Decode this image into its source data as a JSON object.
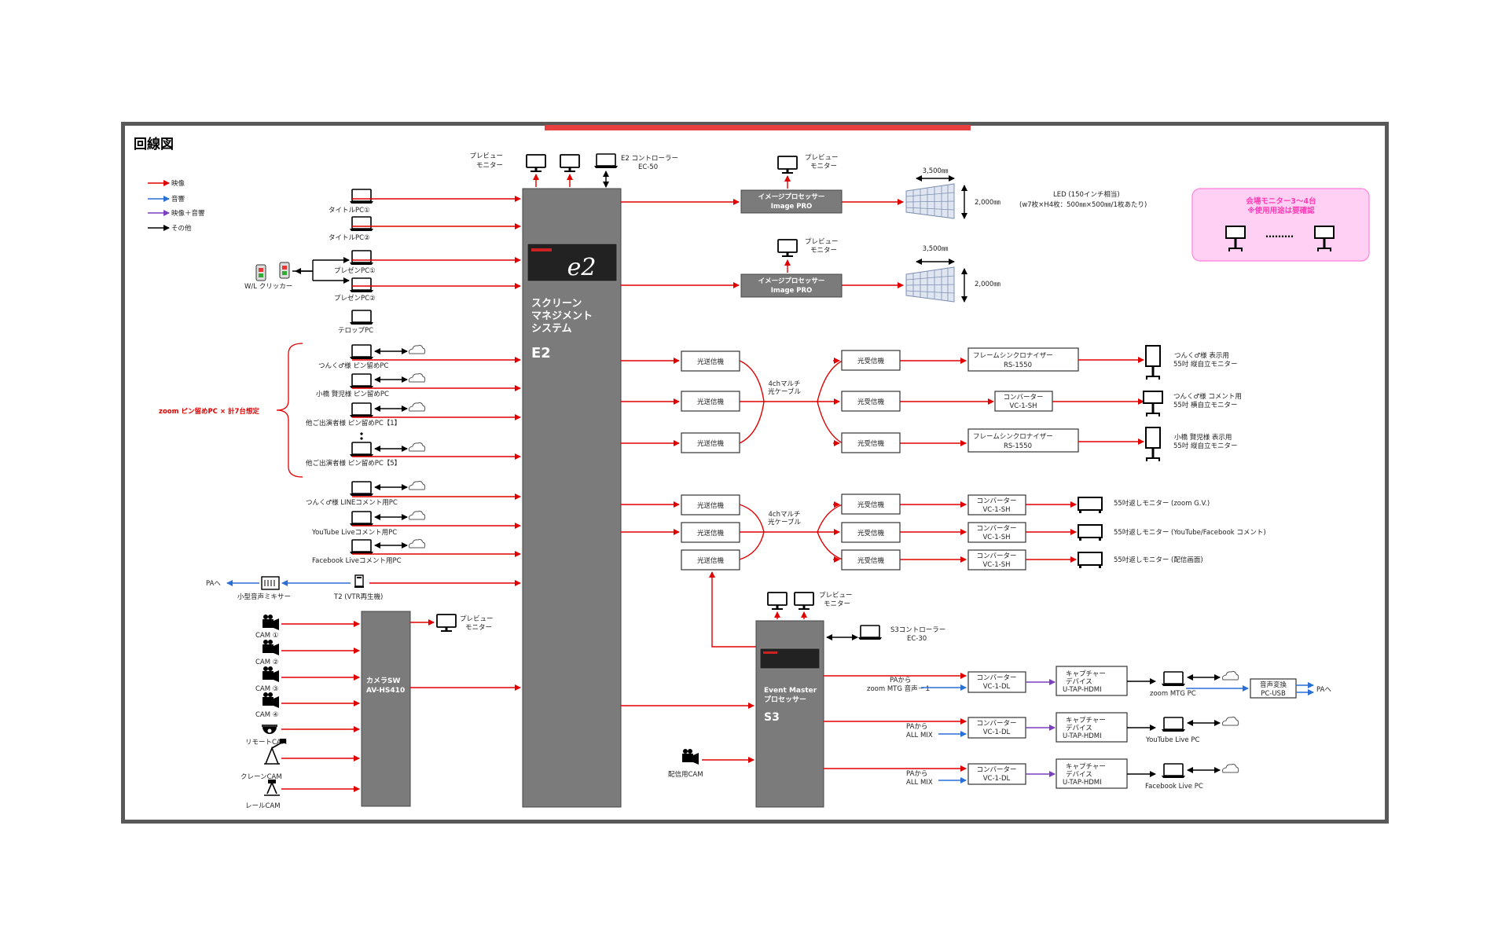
{
  "title": "回線図",
  "legend": {
    "video": "映像",
    "audio": "音響",
    "av": "映像＋音響",
    "other": "その他"
  },
  "colors": {
    "video": "#e00000",
    "audio": "#2a6fd6",
    "av": "#7b3fbf",
    "other": "#000000",
    "accent": "#e84040",
    "frame": "#595959",
    "note_bg": "#ffd0f4",
    "note_text": "#ff3db4"
  },
  "left_sources": {
    "title_pc1": "タイトルPC①",
    "title_pc2": "タイトルPC②",
    "present_pc1": "プレゼンPC①",
    "present_pc2": "プレゼンPC②",
    "telop_pc": "テロップPC",
    "clicker": "W/L クリッカー",
    "zoom_group": "zoom ピン留めPC × 計7台想定",
    "pin1": "つんく♂様 ピン留めPC",
    "pin2": "小橋 賢児様 ピン留めPC",
    "pin3": "他ご出演者様 ピン留めPC【1】",
    "pin4": "他ご出演者様 ピン留めPC【5】",
    "line_pc": "つんく♂様 LINEコメント用PC",
    "youtube_pc": "YouTube Liveコメント用PC",
    "facebook_pc": "Facebook Liveコメント用PC",
    "pa_to": "PAへ",
    "mixer": "小型音声ミキサー",
    "t2": "T2 (VTR再生機)"
  },
  "cameras": {
    "cam1": "CAM ①",
    "cam2": "CAM ②",
    "cam3": "CAM ③",
    "cam4": "CAM ④",
    "remote": "リモートCAM",
    "crane": "クレーンCAM",
    "rail": "レールCAM",
    "stream_cam": "配信用CAM"
  },
  "camsw": {
    "line1": "カメラSW",
    "line2": "AV-HS410",
    "preview": "プレビュー\nモニター"
  },
  "e2": {
    "line1": "スクリーン",
    "line2": "マネジメント",
    "line3": "システム",
    "name": "E2",
    "logo": "e2",
    "preview1": "プレビュー",
    "preview2": "モニター",
    "controller1": "E2 コントローラー",
    "controller2": "EC-50"
  },
  "image_pro": {
    "line1": "イメージプロセッサー",
    "line2": "Image PRO",
    "preview1": "プレビュー",
    "preview2": "モニター",
    "width": "3,500㎜",
    "height": "2,000㎜",
    "led1": "LED (150インチ相当)",
    "led2": "(w7枚×H4枚：500㎜×500㎜/1枚あたり)"
  },
  "note": {
    "line1": "会場モニター3～4台",
    "line2": "※使用用途は要確認",
    "dots": "………"
  },
  "fiber": {
    "tx": "光送信機",
    "rx": "光受信機",
    "cable1": "4chマルチ",
    "cable2": "光ケーブル"
  },
  "converters": {
    "fs1": "フレームシンクロナイザー",
    "fs2": "RS-1550",
    "vc1": "コンバーター",
    "vc2": "VC-1-SH"
  },
  "monitors_right": {
    "m1a": "つんく♂様 表示用",
    "m1b": "55吋 縦自立モニター",
    "m2a": "つんく♂様 コメント用",
    "m2b": "55吋 横自立モニター",
    "m3a": "小橋 賢児様 表示用",
    "m3b": "55吋 縦自立モニター",
    "r1": "55吋返しモニター (zoom G.V.)",
    "r2": "55吋返しモニター (YouTube/Facebook コメント)",
    "r3": "55吋返しモニター (配信画面)"
  },
  "s3": {
    "line1": "Event Master",
    "line2": "プロセッサー",
    "name": "S3",
    "preview1": "プレビュー",
    "preview2": "モニター",
    "controller1": "S3コントローラー",
    "controller2": "EC-30"
  },
  "stream": {
    "pa1a": "PAから",
    "pa1b": "zoom MTG 音声－１",
    "pa2a": "PAから",
    "pa2b": "ALL MIX",
    "pa3a": "PAから",
    "pa3b": "ALL MIX",
    "dl1": "コンバーター",
    "dl2": "VC-1-DL",
    "cap1": "キャプチャー",
    "cap2": "デバイス",
    "cap3": "U-TAP-HDMI",
    "zoom_pc": "zoom MTG PC",
    "youtube_pc": "YouTube Live PC",
    "facebook_pc": "Facebook Live PC",
    "audio1": "音声変換",
    "audio2": "PC-USB",
    "pa_to": "PAへ"
  }
}
